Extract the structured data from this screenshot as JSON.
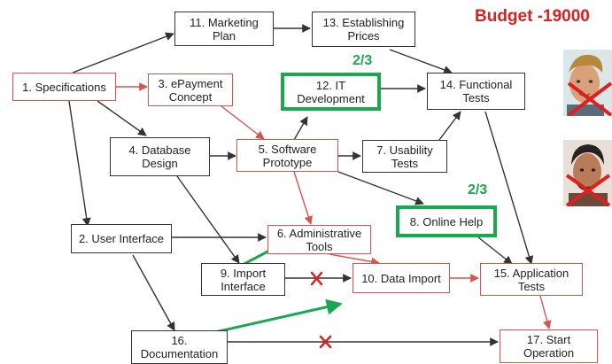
{
  "budget_label": "Budget -19000",
  "nodes": {
    "n1": {
      "label": "1. Specifications"
    },
    "n2": {
      "label": "2. User Interface"
    },
    "n3": {
      "label": "3. ePayment\nConcept"
    },
    "n4": {
      "label": "4. Database\nDesign"
    },
    "n5": {
      "label": "5. Software\nPrototype"
    },
    "n6": {
      "label": "6. Administrative\nTools"
    },
    "n7": {
      "label": "7. Usability\nTests"
    },
    "n8": {
      "label": "8. Online Help"
    },
    "n9": {
      "label": "9. Import\nInterface"
    },
    "n10": {
      "label": "10. Data Import"
    },
    "n11": {
      "label": "11. Marketing\nPlan"
    },
    "n12": {
      "label": "12. IT\nDevelopment"
    },
    "n13": {
      "label": "13. Establishing\nPrices"
    },
    "n14": {
      "label": "14. Functional\nTests"
    },
    "n15": {
      "label": "15. Application\nTests"
    },
    "n16": {
      "label": "16.\nDocumentation"
    },
    "n17": {
      "label": "17. Start\nOperation"
    }
  },
  "progress_12": "2/3",
  "progress_8": "2/3",
  "colors": {
    "black": "#333333",
    "red": "#d9534f",
    "green": "#1aa84f",
    "cross": "#dd1f1f"
  }
}
